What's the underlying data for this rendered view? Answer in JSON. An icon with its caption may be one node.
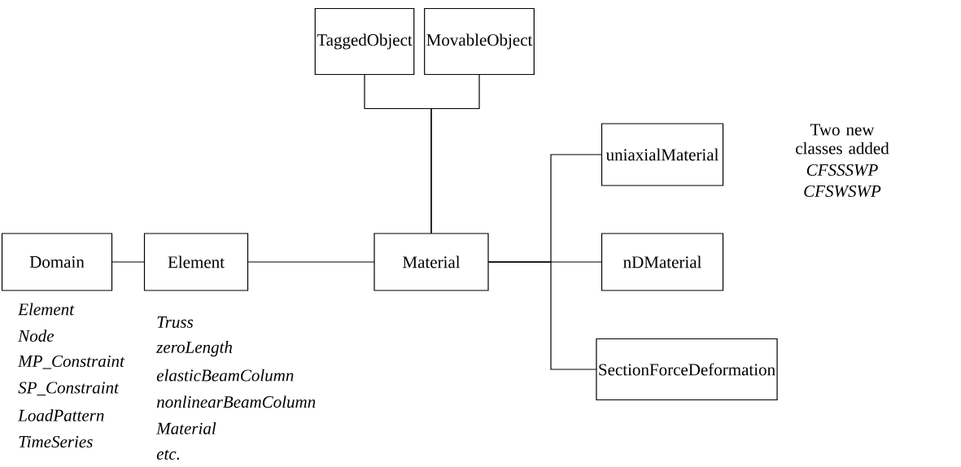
{
  "diagram": {
    "nodes": [
      {
        "text": [
          "TaggedObject"
        ]
      },
      {
        "text": [
          "MovableObject"
        ]
      },
      {
        "text": [
          "uniaxialMaterial"
        ]
      },
      {
        "text": [
          "Domain"
        ],
        "beside": [
          "Element",
          "Node",
          "MP_Constraint",
          "SP_Constraint",
          "LoadPattern",
          "TimeSeries"
        ]
      },
      {
        "text": [
          "Element"
        ],
        "beside": [
          "Truss",
          "zeroLength",
          "elasticBeamColumn",
          "nonlinearBeamColumn",
          "Material",
          "etc."
        ]
      },
      {
        "text": [
          "Material"
        ]
      },
      {
        "text": [
          "nDMaterial"
        ]
      },
      {
        "text": [
          "SectionForceDeformation"
        ]
      }
    ],
    "edges": [
      {
        "from": 5,
        "to": 0,
        "arrow": "none"
      },
      {
        "from": 5,
        "to": 1,
        "arrow": "none"
      },
      {
        "from": 3,
        "to": 4,
        "arrow": "none"
      },
      {
        "from": 4,
        "to": 5,
        "arrow": "none"
      },
      {
        "from": 5,
        "to": 2,
        "arrow": "none"
      },
      {
        "from": 5,
        "to": 6,
        "arrow": "none"
      },
      {
        "from": 5,
        "to": 7,
        "arrow": "none"
      }
    ],
    "labels": [
      "Two new classes added",
      "CFSSSWP",
      "CFSWSWP"
    ]
  }
}
